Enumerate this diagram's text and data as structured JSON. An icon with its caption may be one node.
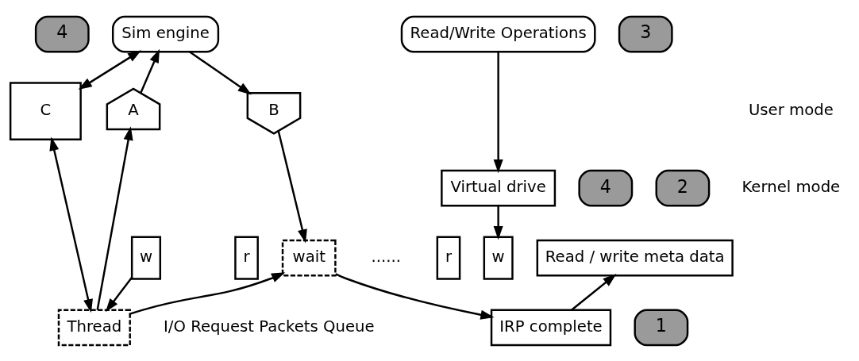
{
  "diagram": {
    "nodes": [
      {
        "text": [
          "4"
        ]
      },
      {
        "text": [
          "Sim engine"
        ]
      },
      {
        "text": [
          "3"
        ]
      },
      {
        "text": [
          "Read/Write Operations"
        ]
      },
      {
        "text": [
          "B"
        ]
      },
      {
        "text": [
          "C"
        ]
      },
      {
        "text": [
          "A"
        ]
      },
      {
        "text": [
          "4"
        ]
      },
      {
        "text": [
          "IRP complete"
        ]
      },
      {
        "text": [
          "2"
        ]
      },
      {
        "text": [
          "Thread"
        ]
      },
      {
        "text": [
          "1"
        ]
      },
      {
        "text": [
          "Virtual drive"
        ]
      },
      {
        "text": [
          "Read / write meta data"
        ]
      },
      {
        "text": [
          "wait"
        ]
      },
      {
        "text": [
          "w"
        ]
      },
      {
        "text": [
          "r"
        ]
      },
      {
        "text": [
          "r"
        ]
      },
      {
        "text": [
          "w"
        ]
      }
    ],
    "edges": [
      {
        "from": 1,
        "to": 4,
        "arrow": "to"
      },
      {
        "from": 1,
        "to": 5,
        "arrow": "both"
      },
      {
        "from": 6,
        "to": 1,
        "arrow": "to"
      },
      {
        "from": 3,
        "to": 12,
        "arrow": "to"
      },
      {
        "from": 5,
        "to": 10,
        "arrow": "both"
      },
      {
        "from": 10,
        "to": 6,
        "arrow": "to"
      },
      {
        "from": 4,
        "to": 14,
        "arrow": "to"
      },
      {
        "from": 10,
        "to": 14,
        "arrow": "to"
      },
      {
        "from": 14,
        "to": 8,
        "arrow": "to"
      },
      {
        "from": 8,
        "to": 13,
        "arrow": "to"
      },
      {
        "from": 12,
        "to": 18,
        "arrow": "to"
      },
      {
        "from": 15,
        "to": 10,
        "arrow": "to"
      }
    ],
    "labels": [
      "User mode",
      "Kernel mode",
      "......",
      "I/O Request Packets Queue"
    ]
  }
}
